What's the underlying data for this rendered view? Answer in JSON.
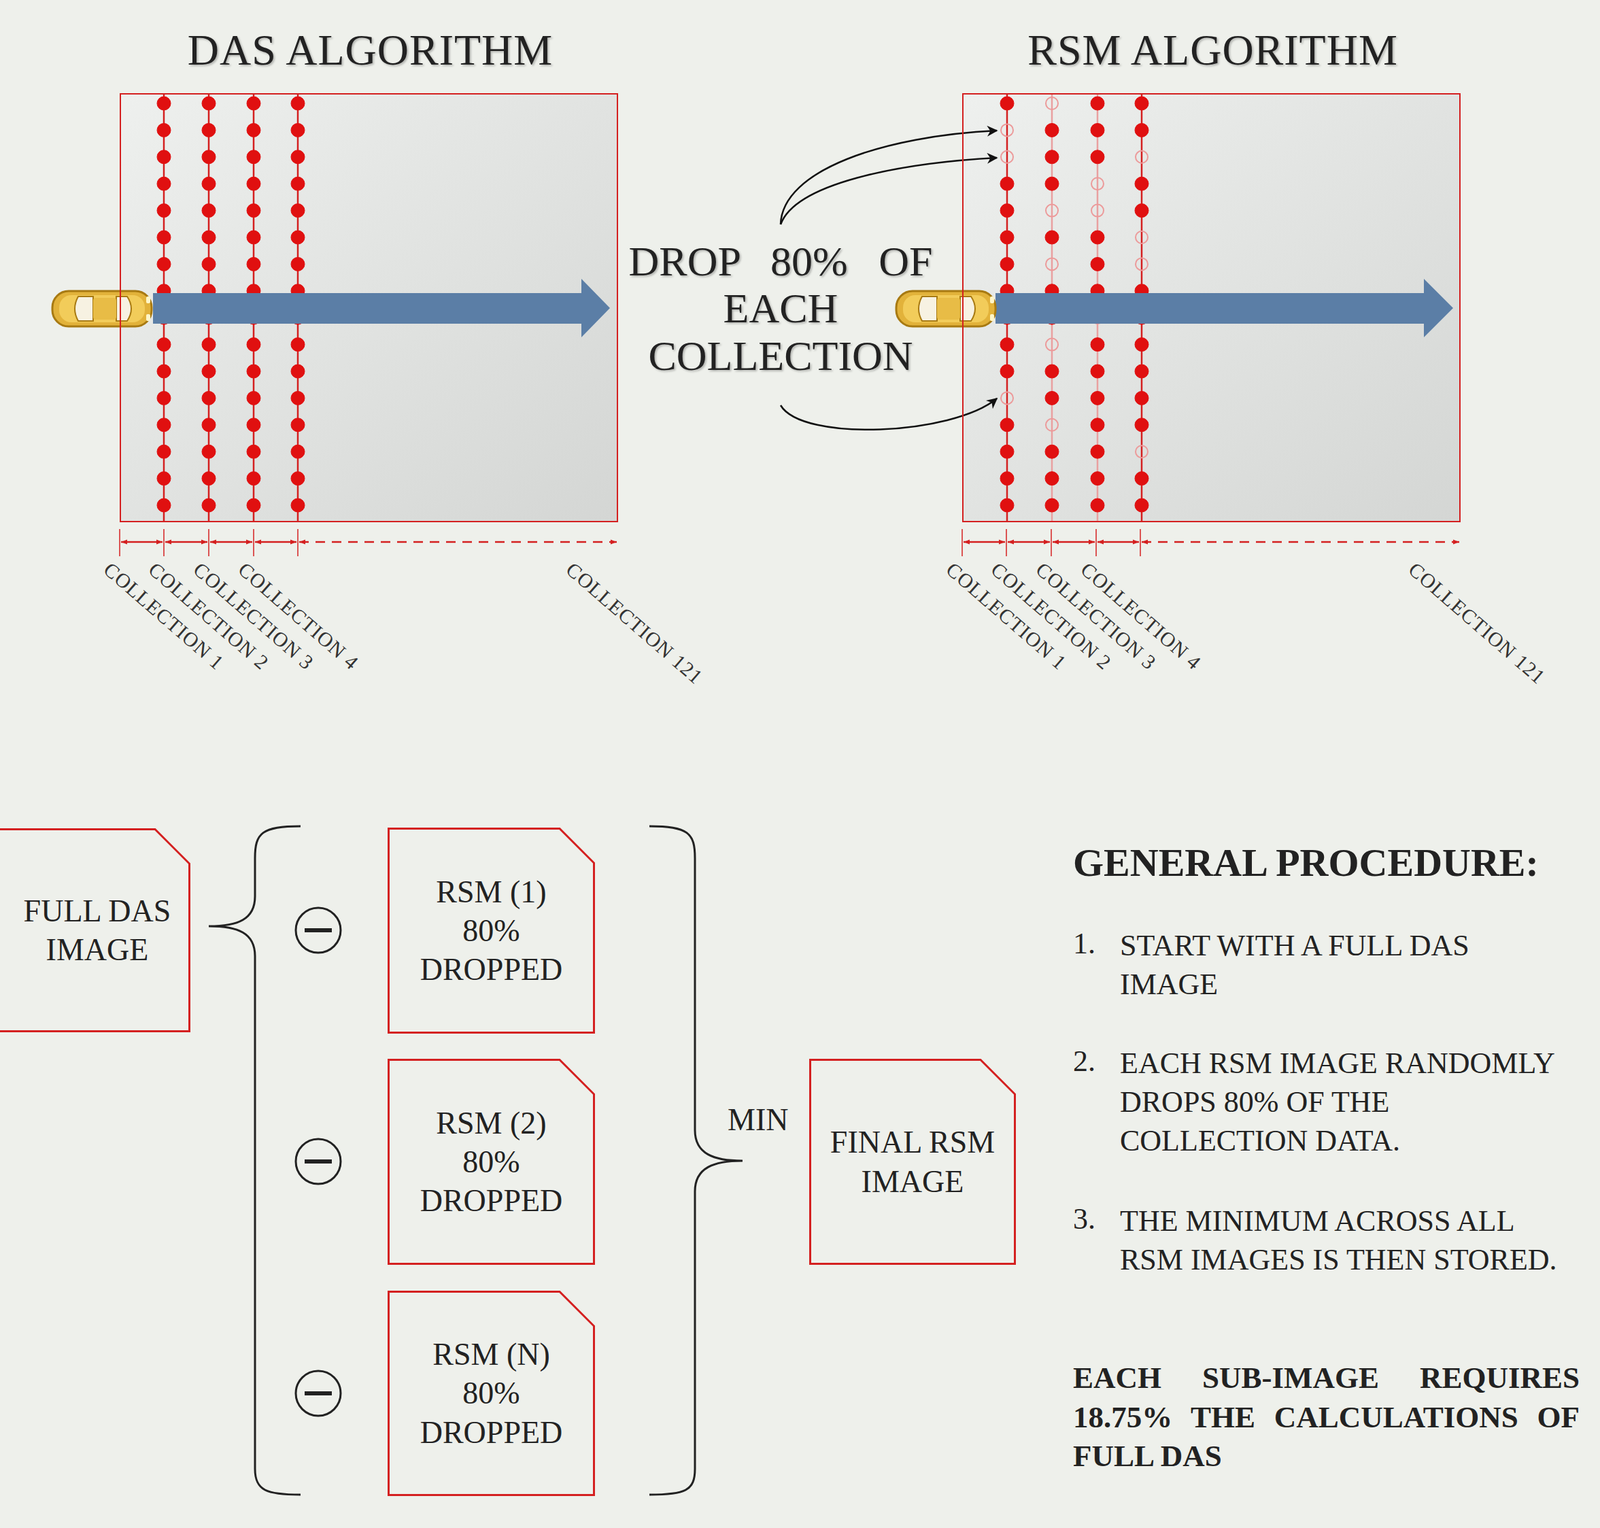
{
  "diagram": {
    "nodes": [
      {
        "text": [
          "DAS ALGORITHM"
        ]
      },
      {
        "text": [
          "RSM ALGORITHM"
        ]
      },
      {
        "text": [
          "FULL DAS IMAGE"
        ]
      },
      {
        "text": [
          "RSM (1) 80% DROPPED"
        ]
      },
      {
        "text": [
          "RSM (2) 80% DROPPED"
        ]
      },
      {
        "text": [
          "RSM (N) 80% DROPPED"
        ]
      },
      {
        "text": [
          "FINAL RSM IMAGE"
        ]
      }
    ],
    "labels": [
      "COLLECTION 1",
      "COLLECTION 2",
      "COLLECTION 3",
      "COLLECTION 4",
      "COLLECTION 121",
      "COLLECTION 1",
      "COLLECTION 2",
      "COLLECTION 3",
      "COLLECTION 4",
      "COLLECTION 121",
      "DROP 80% OF EACH COLLECTION",
      "MIN",
      "GENERAL PROCEDURE:",
      "1.",
      "START WITH A FULL DAS IMAGE",
      "2.",
      "EACH RSM IMAGE RANDOMLY DROPS 80% OF THE COLLECTION DATA.",
      "3.",
      "THE MINIMUM ACROSS ALL RSM IMAGES IS THEN STORED.",
      "EACH SUB-IMAGE REQUIRES 18.75% THE CALCULATIONS OF FULL DAS"
    ]
  }
}
